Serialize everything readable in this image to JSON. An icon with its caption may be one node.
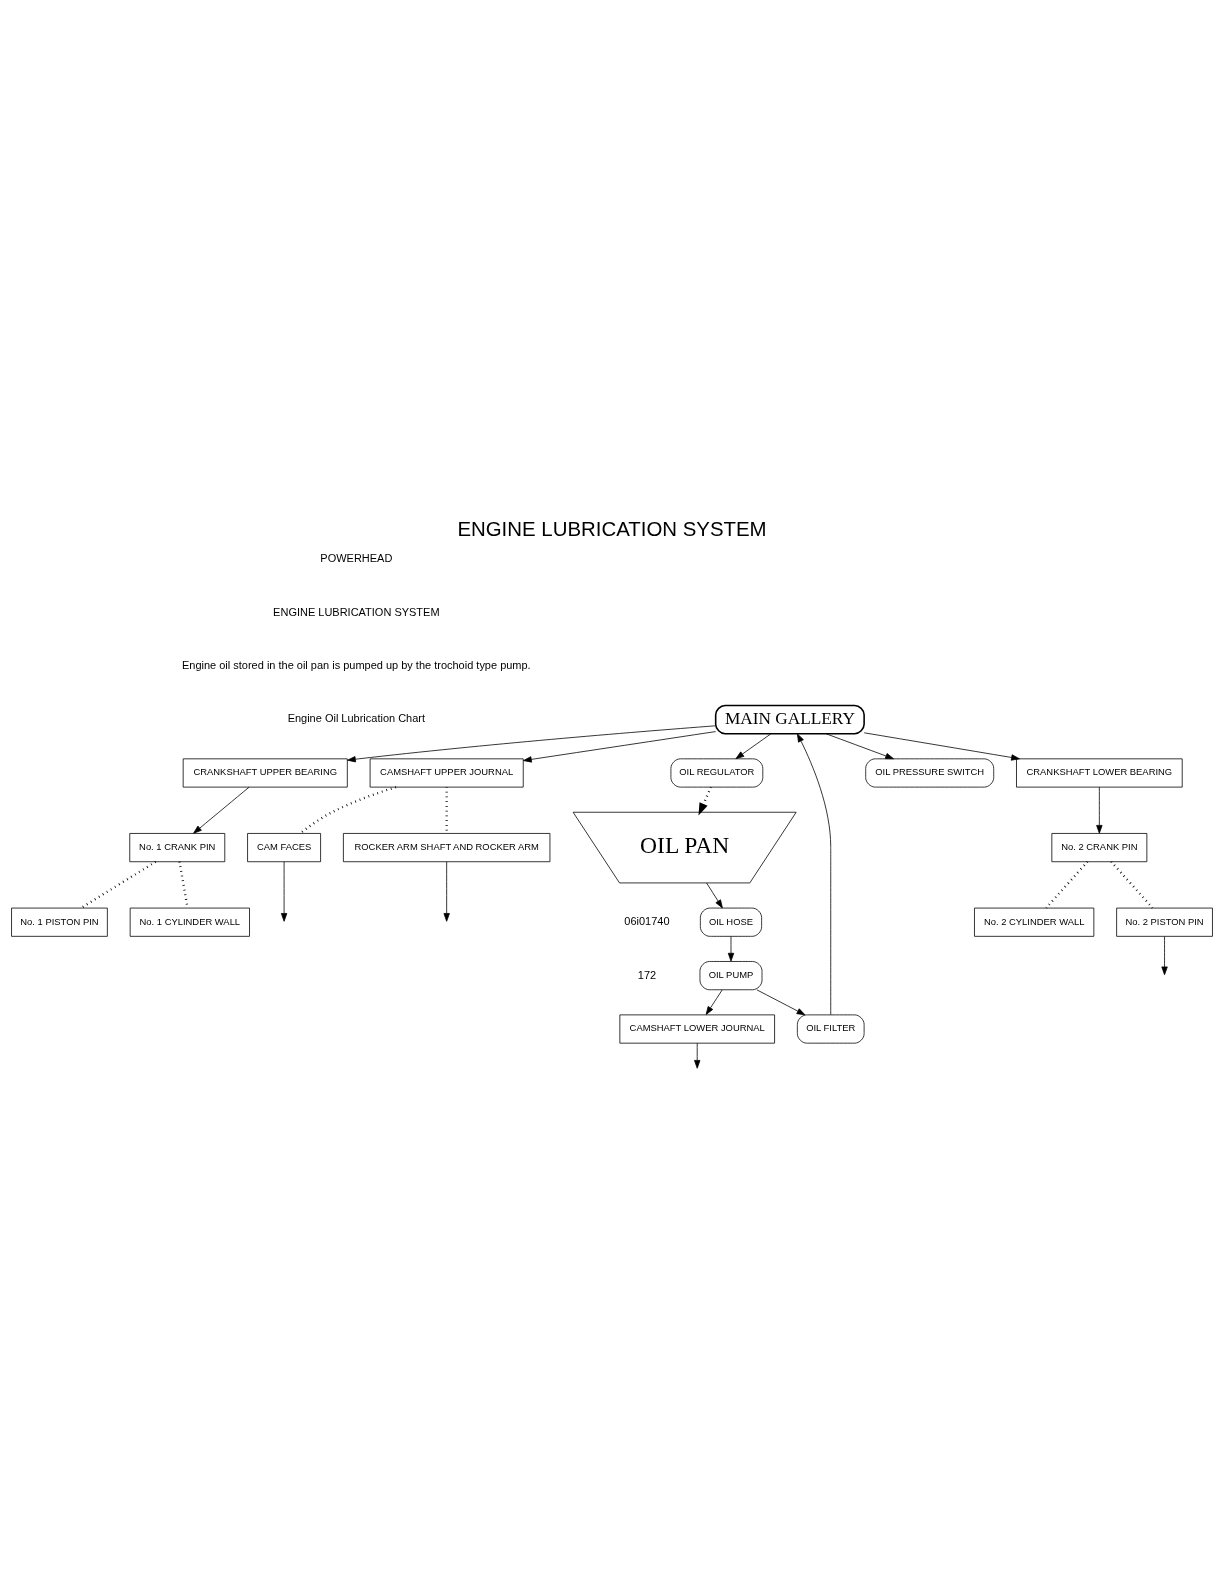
{
  "diagram": {
    "title": "ENGINE LUBRICATION SYSTEM",
    "nodes": [
      {
        "text": [
          "CRANKSHAFT UPPER BEARING"
        ]
      },
      {
        "text": [
          "MAIN GALLERY"
        ]
      },
      {
        "text": [
          "CAMSHAFT UPPER JOURNAL"
        ]
      },
      {
        "text": [
          "No. 1 CYLINDER WALL"
        ]
      },
      {
        "text": [
          "No. 1 PISTON PIN"
        ]
      },
      {
        "text": [
          "No. 1 CRANK PIN"
        ]
      },
      {
        "text": [
          "OIL PRESSURE SWITCH"
        ]
      },
      {
        "text": [
          "CAM FACES"
        ]
      },
      {
        "text": [
          "ROCKER ARM SHAFT AND ROCKER ARM"
        ]
      },
      {
        "text": [
          "No. 2 CYLINDER WALL"
        ]
      },
      {
        "text": [
          "No. 2 PISTON PIN"
        ]
      },
      {
        "text": [
          "No. 2 CRANK PIN"
        ]
      },
      {
        "text": [
          "CRANKSHAFT LOWER BEARING"
        ]
      },
      {
        "text": [
          "OIL FILTER"
        ]
      },
      {
        "text": [
          "CAMSHAFT LOWER JOURNAL"
        ]
      },
      {
        "text": [
          "OIL PUMP"
        ]
      },
      {
        "text": [
          "OIL REGULATOR"
        ]
      },
      {
        "text": [
          "OIL HOSE"
        ]
      },
      {
        "text": [
          "OIL PAN"
        ]
      }
    ],
    "edges": [
      {
        "from": 1,
        "to": 0,
        "arrow": "to"
      },
      {
        "from": 1,
        "to": 2,
        "arrow": "to"
      },
      {
        "from": 1,
        "to": 6,
        "arrow": "to"
      },
      {
        "from": 0,
        "to": 5,
        "arrow": "to"
      },
      {
        "from": 5,
        "to": 3,
        "arrow": "none",
        "style": "dashed"
      },
      {
        "from": 5,
        "to": 4,
        "arrow": "none",
        "style": "dashed"
      },
      {
        "from": 2,
        "to": 7,
        "arrow": "none",
        "style": "dashed"
      },
      {
        "from": 2,
        "to": 8,
        "arrow": "none",
        "style": "dashed"
      },
      {
        "from": 7,
        "to": null,
        "arrow": "to"
      },
      {
        "from": 8,
        "to": null,
        "arrow": "to"
      },
      {
        "from": 11,
        "to": 9,
        "arrow": "none",
        "style": "dashed"
      },
      {
        "from": 11,
        "to": 10,
        "arrow": "none",
        "style": "dashed"
      },
      {
        "from": 10,
        "to": null,
        "arrow": "to"
      },
      {
        "from": 12,
        "to": 11,
        "arrow": "to"
      },
      {
        "from": 1,
        "to": 12,
        "arrow": "to"
      },
      {
        "from": 13,
        "to": 1,
        "arrow": "to"
      },
      {
        "from": 15,
        "to": 13,
        "arrow": "to"
      },
      {
        "from": 15,
        "to": 14,
        "arrow": "to"
      },
      {
        "from": 14,
        "to": null,
        "arrow": "to"
      },
      {
        "from": 17,
        "to": 15,
        "arrow": "to"
      },
      {
        "from": 18,
        "to": 17,
        "arrow": "to"
      },
      {
        "from": 1,
        "to": 16,
        "arrow": "to"
      },
      {
        "from": 16,
        "to": 18,
        "arrow": "to",
        "style": "dashed"
      }
    ],
    "labels": [
      "POWERHEAD",
      "ENGINE LUBRICATION SYSTEM",
      "Engine oil stored in the oil pan is pumped up by the trochoid type pump.",
      "Engine Oil Lubrication Chart",
      "06i01740",
      "172"
    ]
  }
}
